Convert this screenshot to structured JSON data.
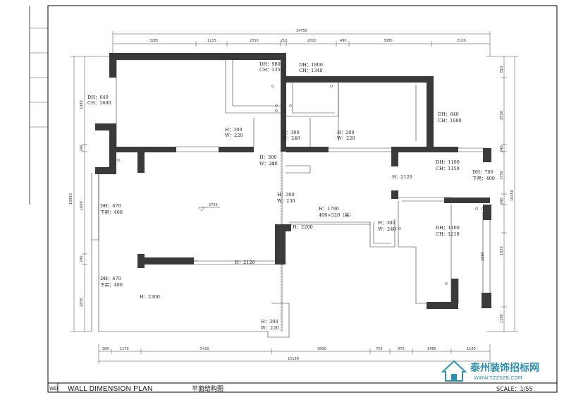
{
  "title_block": {
    "code": "WD",
    "title_en": "WALL DIMENSION PLAN",
    "title_cn": "平面结构图",
    "scale": "SCALE：1/55"
  },
  "watermark": {
    "name": "泰州装饰招标网",
    "url": "WWW.TZZSZB.COM",
    "color": "#2f8fae"
  },
  "dims": {
    "top_total": "14750",
    "top": [
      "3265",
      "1215",
      "2050",
      "210",
      "2010",
      "490",
      "3080",
      "2100"
    ],
    "bottom_total": "15180",
    "bottom": [
      "380",
      "1170",
      "5410",
      "3890",
      "750",
      "870",
      "1480",
      "1180"
    ],
    "left": [
      "1080",
      "240",
      "10950",
      "1600",
      "240",
      "2830"
    ],
    "right": [
      "810",
      "2550",
      "240",
      "1750",
      "10450",
      "240",
      "1020",
      "2890",
      "1190"
    ]
  },
  "labels": {
    "l1": [
      "DH：980",
      "CH：1350"
    ],
    "l2": [
      "DH：1800",
      "CH：1340"
    ],
    "l3": [
      "DH：640",
      "CH：1680"
    ],
    "l4": [
      "DH：640",
      "CH：1680"
    ],
    "l5": [
      "H：300",
      "W：220"
    ],
    "l6": [
      "H：300",
      "W：240"
    ],
    "l7": [
      "H：200",
      "W：220"
    ],
    "l8": [
      "H：300",
      "W：240"
    ],
    "l9": [
      "DH：1100",
      "CH：1150"
    ],
    "l10": [
      "DH：700",
      "下吊：400"
    ],
    "l11": [
      "H：2120"
    ],
    "l12": [
      "H：300",
      "W：230"
    ],
    "l13": [
      "DH：670",
      "下吊：400"
    ],
    "l14": [
      "H：1780",
      "400×520（高）"
    ],
    "l15": [
      "H：2200"
    ],
    "l16": [
      "H：300",
      "W：240"
    ],
    "l17": [
      "DH：1100",
      "CH：1210"
    ],
    "l18": [
      "H：2120"
    ],
    "l19": [
      "DH：670",
      "下吊：400"
    ],
    "l20": [
      "H：2300"
    ],
    "l21": [
      "H：300",
      "W：220"
    ],
    "level": "2750"
  }
}
